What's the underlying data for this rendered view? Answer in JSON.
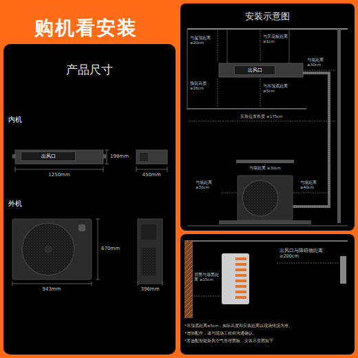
{
  "diagram": {
    "title": "购机看安装",
    "nodes": [
      {
        "text": [
          "产品尺寸"
        ]
      },
      {
        "text": [
          "出风口"
        ],
        "in": 0
      },
      {
        "text": [
          "安装示意图"
        ]
      },
      {
        "text": [
          "出风口"
        ],
        "in": 2
      }
    ],
    "labels": [
      "内机",
      "1250mm",
      "198mm",
      "450mm",
      "外机",
      "670mm",
      "943mm",
      "396mm",
      "与屋顶距离 ≥20cm",
      "与天花板距离 ≥1cm",
      "与墙距离 ≥30cm",
      "预留高度 ≥26cm",
      "与吊顶底距离 ≥5cm",
      "安装位置长度 ≥175cm",
      "与墙距离 ≥30cm",
      "与墙距离 ≥30cm",
      "与墙距离 ≥40cm",
      "出风口与障碍物距离 ≥200cm",
      "背面与墙面距离 ≥15cm",
      "*吊顶底距离≥5cm，实际高度和安装距离以现场情况为准。",
      "*增加配件，请与现场工程师沟通确认。",
      "*若选配智能新风空气管理面板，安装示意图如下"
    ]
  }
}
